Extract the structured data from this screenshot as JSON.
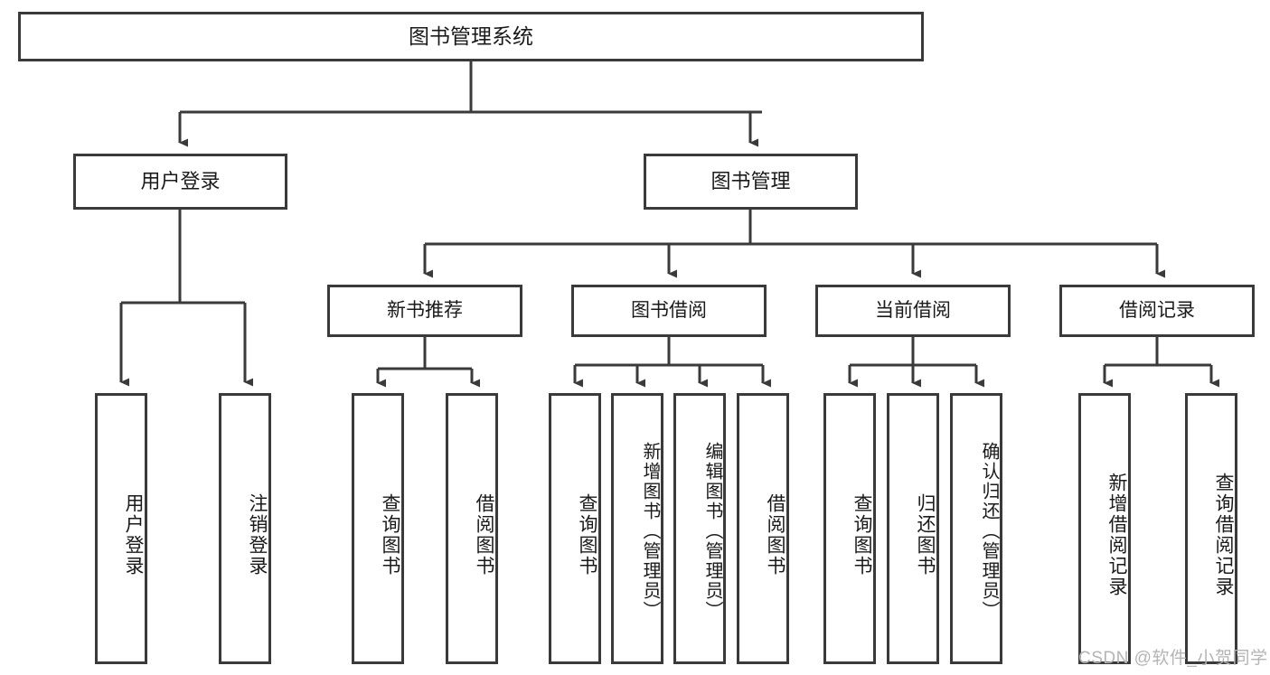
{
  "diagram": {
    "title": "图书管理系统",
    "type": "tree-hierarchy",
    "root": {
      "label": "图书管理系统"
    },
    "branches": [
      {
        "label": "用户登录"
      },
      {
        "label": "图书管理"
      }
    ],
    "subgroups": [
      {
        "label": "新书推荐"
      },
      {
        "label": "图书借阅"
      },
      {
        "label": "当前借阅"
      },
      {
        "label": "借阅记录"
      }
    ],
    "leaves": {
      "user_login": [
        {
          "label": "用户登录"
        },
        {
          "label": "注销登录"
        }
      ],
      "new_book_recommend": [
        {
          "label": "查询图书"
        },
        {
          "label": "借阅图书"
        }
      ],
      "book_borrow": [
        {
          "label": "查询图书"
        },
        {
          "label": "新增图书（管理员）"
        },
        {
          "label": "编辑图书（管理员）"
        },
        {
          "label": "借阅图书"
        }
      ],
      "current_borrow": [
        {
          "label": "查询图书"
        },
        {
          "label": "归还图书"
        },
        {
          "label": "确认归还（管理员）"
        }
      ],
      "borrow_record": [
        {
          "label": "新增借阅记录"
        },
        {
          "label": "查询借阅记录"
        }
      ]
    }
  },
  "watermark": {
    "text": "CSDN @软件_小贺同学"
  },
  "colors": {
    "stroke": "#3a3a3a",
    "background": "#ffffff",
    "text": "#1a1a1a",
    "watermark": "#b4b4b4"
  }
}
